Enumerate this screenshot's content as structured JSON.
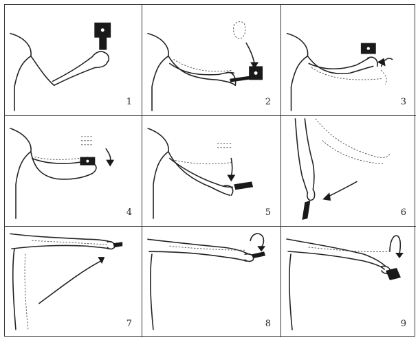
{
  "panels": [
    {
      "number": "1"
    },
    {
      "number": "2"
    },
    {
      "number": "3"
    },
    {
      "number": "4"
    },
    {
      "number": "5"
    },
    {
      "number": "6"
    },
    {
      "number": "7"
    },
    {
      "number": "8"
    },
    {
      "number": "9"
    }
  ]
}
